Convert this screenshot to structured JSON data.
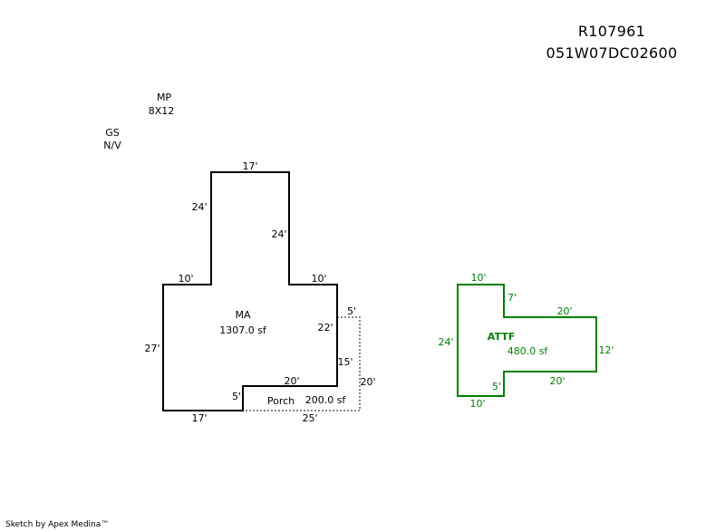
{
  "header": {
    "parcel_id": "R107961",
    "map_number": "051W07DC02600"
  },
  "notes": [
    {
      "code": "MP",
      "detail": "8X12"
    },
    {
      "code": "GS",
      "detail": "N/V"
    }
  ],
  "areas": {
    "main": {
      "name": "MA",
      "area": "1307.0 sf",
      "dims": [
        "17'",
        "24'",
        "24'",
        "10'",
        "10'",
        "27'",
        "22'",
        "15'",
        "20'",
        "5'",
        "17'"
      ]
    },
    "porch": {
      "name": "Porch",
      "area": "200.0 sf",
      "dims": [
        "5'",
        "20'",
        "25'"
      ]
    },
    "attached": {
      "name": "ATTF",
      "area": "480.0 sf",
      "color": "#008000",
      "dims": [
        "10'",
        "7'",
        "20'",
        "24'",
        "12'",
        "20'",
        "5'",
        "10'"
      ]
    }
  },
  "footer": "Sketch by Apex Medina™"
}
